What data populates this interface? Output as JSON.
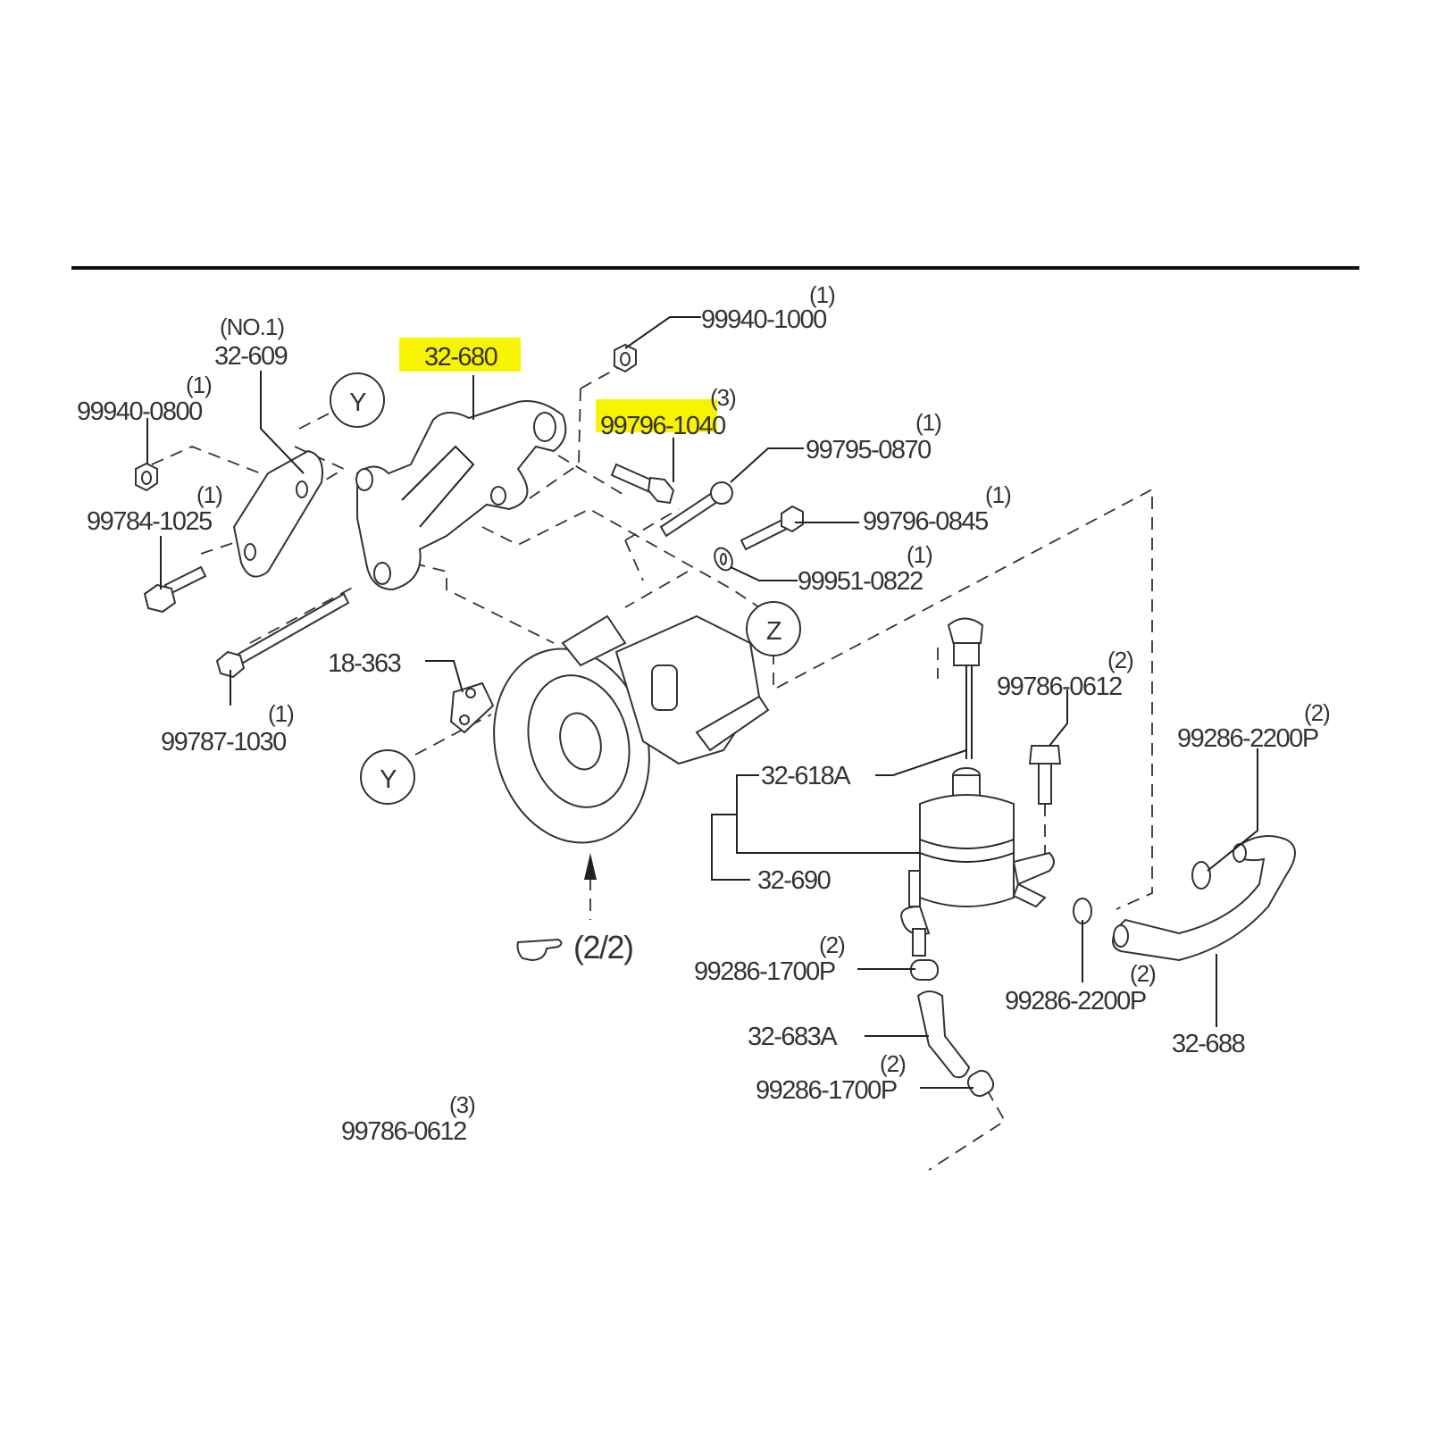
{
  "diagram": {
    "highlight_color": "#f8f400",
    "callouts": {
      "y_top": "Y",
      "y_bottom": "Y",
      "z": "Z"
    },
    "labels": {
      "p99940_1000": {
        "part": "99940-1000",
        "qty": "(1)"
      },
      "p32_609": {
        "part": "32-609",
        "note": "(NO.1)"
      },
      "p32_680": {
        "part": "32-680"
      },
      "p99796_1040": {
        "part": "99796-1040",
        "qty": "(3)"
      },
      "p99940_0800": {
        "part": "99940-0800",
        "qty": "(1)"
      },
      "p99795_0870": {
        "part": "99795-0870",
        "qty": "(1)"
      },
      "p99784_1025": {
        "part": "99784-1025",
        "qty": "(1)"
      },
      "p99796_0845": {
        "part": "99796-0845",
        "qty": "(1)"
      },
      "p99951_0822": {
        "part": "99951-0822",
        "qty": "(1)"
      },
      "p18_363": {
        "part": "18-363"
      },
      "p99787_1030": {
        "part": "99787-1030",
        "qty": "(1)"
      },
      "p99786_0612_a": {
        "part": "99786-0612",
        "qty": "(2)"
      },
      "p99286_2200P_a": {
        "part": "99286-2200P",
        "qty": "(2)"
      },
      "p32_618A": {
        "part": "32-618A"
      },
      "p32_690": {
        "part": "32-690"
      },
      "ref_page": {
        "text": "(2/2)"
      },
      "p99286_1700P_a": {
        "part": "99286-1700P",
        "qty": "(2)"
      },
      "p99286_2200P_b": {
        "part": "99286-2200P",
        "qty": "(2)"
      },
      "p32_688": {
        "part": "32-688"
      },
      "p32_683A": {
        "part": "32-683A"
      },
      "p99286_1700P_b": {
        "part": "99286-1700P",
        "qty": "(2)"
      },
      "p99786_0612_b": {
        "part": "99786-0612",
        "qty": "(3)"
      }
    }
  }
}
